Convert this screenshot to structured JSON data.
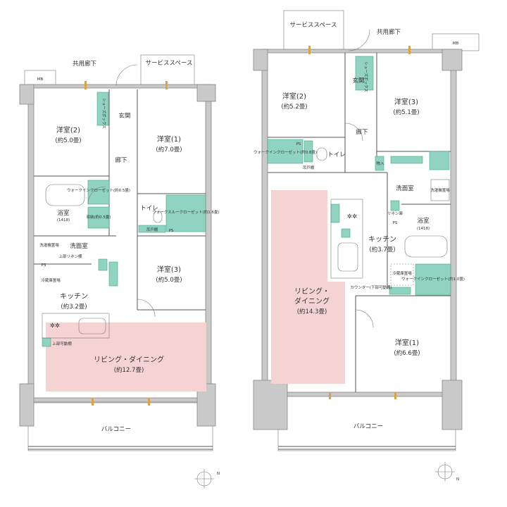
{
  "colors": {
    "living_dining": "#f6d3d3",
    "storage": "#8fd3c0",
    "wall": "#c9c9c9"
  },
  "left_plan": {
    "common_corridor": "共用廊下",
    "service_space": "サービススペース",
    "mb": "MB",
    "shoe_box": "シューズボックス",
    "entrance": "玄関",
    "hallway": "廊下",
    "room2": {
      "name": "洋室(2)",
      "area": "(約5.0畳)"
    },
    "room1": {
      "name": "洋室(1)",
      "area": "(約7.0畳)"
    },
    "room3": {
      "name": "洋室(3)",
      "area": "(約5.0畳)"
    },
    "wic": "ウォークインクローゼット(約0.5畳)",
    "bath": {
      "name": "浴室",
      "size": "(1418)"
    },
    "storage": "収納(約0.5畳)",
    "toilet": "トイレ",
    "cupboard": "吊戸棚",
    "ps": "PS",
    "walk_through": "ウォークスルークローゼット(約1.6畳)",
    "washroom": "洗面室",
    "washer": "洗濯機置場",
    "linen": "上部リネン棚",
    "fridge": "冷蔵庫置場",
    "kitchen": {
      "name": "キッチン",
      "area": "(約3.2畳)"
    },
    "upper_movable": "上部可動棚",
    "ld": {
      "name": "リビング・ダイニング",
      "area": "(約12.7畳)"
    },
    "balcony": "バルコニー"
  },
  "right_plan": {
    "common_corridor": "共用廊下",
    "service_space": "サービススペース",
    "mb": "MB",
    "shoe_box": "シューズボックス",
    "entrance": "玄関",
    "hallway": "廊下",
    "room2": {
      "name": "洋室(2)",
      "area": "(約5.2畳)"
    },
    "room3": {
      "name": "洋室(3)",
      "area": "(約5.1畳)"
    },
    "wic": "ウォークインクローゼット(約0.8畳)",
    "ps": "PS",
    "cupboard": "吊戸棚",
    "toilet": "トイレ",
    "closet": "物入",
    "washroom": "洗面室",
    "washer": "洗濯機置場",
    "linen": "リネン庫",
    "bath": {
      "name": "浴室",
      "size": "(1418)"
    },
    "kitchen": {
      "name": "キッチン",
      "area": "(約3.7畳)"
    },
    "fridge": "冷蔵庫置場",
    "wic2": "ウォークインクローゼット(約1.0畳)",
    "counter": "カウンター(下部可動棚)",
    "ld": {
      "name": "リビング・",
      "name2": "ダイニング",
      "area": "(約14.3畳)"
    },
    "room1": {
      "name": "洋室(1)",
      "area": "(約6.6畳)"
    },
    "balcony": "バルコニー"
  },
  "compass": {
    "north": "N"
  },
  "icons": [
    "compass-icon",
    "door-swing-icon",
    "vent-icon",
    "stove-icon",
    "sink-icon",
    "bathtub-icon",
    "toilet-icon"
  ]
}
